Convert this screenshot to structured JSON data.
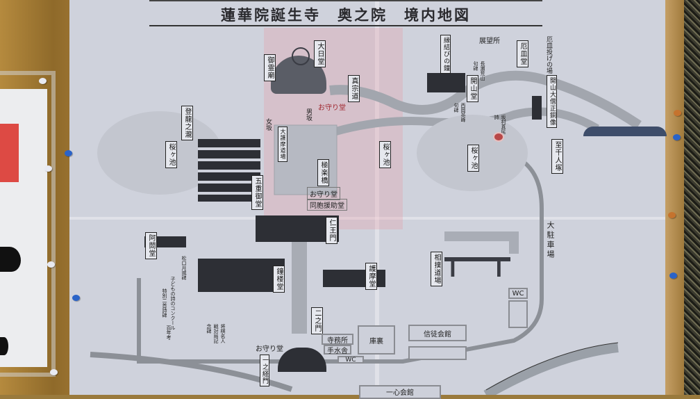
{
  "board": {
    "title": "蓮華院誕生寺　奥之院　境内地図",
    "accent_colors": {
      "map_bg": "#cfd2dc",
      "label_red": "#a02830",
      "road": "#8c9097",
      "frame_wood": "#a07a3c"
    }
  },
  "labels": {
    "dainichido": "大日堂",
    "goreibyo": "御霊廟",
    "shinshudo": "真宗道",
    "omamoridou_top": "お守り堂",
    "otokozaka": "男坂",
    "onnazaka": "女坂",
    "karyuu_taki": "登龍之瀧",
    "sakuragaike_left": "桜ヶ池",
    "gojunomido": "五重御堂",
    "shochudan": "極楽橋",
    "omamoridou_mid": "お守り堂",
    "douhou_enjodo": "同胞援助堂",
    "goma_dojo": "大護摩道場",
    "sakuragaike_mid": "桜ヶ池",
    "sakuragaike_right": "桜ヶ池",
    "enmusubi_kane": "縁結びの鐘",
    "tenbousho": "展望所",
    "yakuzaradou": "厄皿堂",
    "yakuzara_nage": "厄皿投げの場",
    "kaisando": "開山堂",
    "kaisan_douzou": "開山大僧正銅像",
    "sennin_zuka": "至千人塚",
    "niomon": "仁王門",
    "amidado": "阿閦堂",
    "shoro": "鐘楼堂",
    "gomado": "護摩堂",
    "sumo_dojo": "相撲道場",
    "dai_chushajo": "大駐車場",
    "wc_right": "WC",
    "ninomon": "二之門",
    "jimusho": "寺務所",
    "temizuya": "手水舎",
    "wc_bottom": "WC",
    "kuri": "庫裏",
    "shinto_kaikan": "信徒会館",
    "isshin_kaikan": "一心会館",
    "omamoridou_bottom": "お守り堂",
    "ichinomon": "一之経門",
    "monument_matsuguchi": "松口月城碑",
    "monument_kodomo": "子どもの詩のコンクール",
    "monument_tokusen": "特別二首詩碑",
    "monument_hyakunenkou": "百年考",
    "monument_shogi": "将棋名人戦対局記念碑",
    "monument_nishida": "西岡英峰句碑",
    "monument_nagase": "長瀬荒山句碑",
    "monument_mura": "坂村真民詩"
  }
}
